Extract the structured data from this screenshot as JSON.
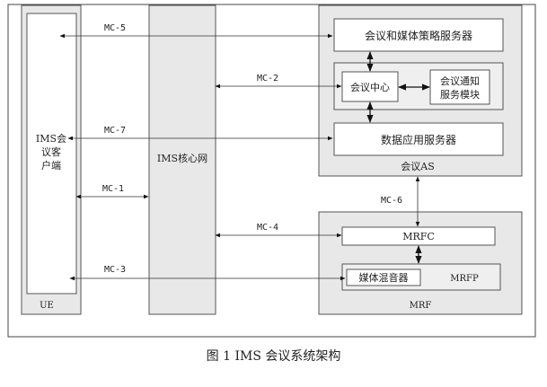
{
  "ue": {
    "client_lines": [
      "IMS会",
      "议客",
      "户端"
    ],
    "label": "UE"
  },
  "ims_core": {
    "label": "IMS核心网"
  },
  "as": {
    "label": "会议AS",
    "policy_server": "会议和媒体策略服务器",
    "conference_center": "会议中心",
    "notify_lines": [
      "会议通知",
      "服务模块"
    ],
    "data_app_server": "数据应用服务器"
  },
  "mrf": {
    "label": "MRF",
    "mrfc": "MRFC",
    "mixer": "媒体混音器",
    "mrfp": "MRFP"
  },
  "links": {
    "mc1": "MC-1",
    "mc2": "MC-2",
    "mc3": "MC-3",
    "mc4": "MC-4",
    "mc5": "MC-5",
    "mc6": "MC-6",
    "mc7": "MC-7"
  },
  "caption": "图 1   IMS 会议系统架构"
}
